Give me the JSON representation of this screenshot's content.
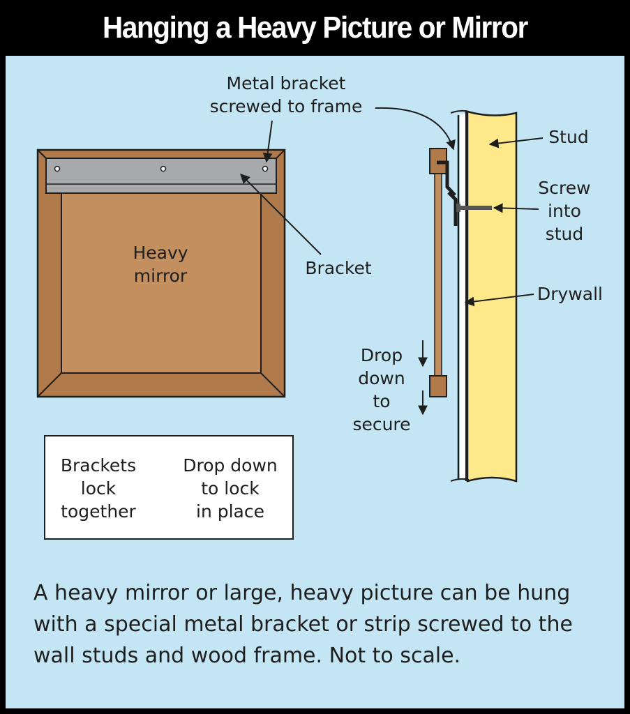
{
  "title": "Hanging a Heavy Picture or Mirror",
  "labels": {
    "metal_bracket": "Metal bracket\nscrewed to frame",
    "heavy_mirror": "Heavy\nmirror",
    "bracket": "Bracket",
    "stud": "Stud",
    "screw": "Screw\ninto\nstud",
    "drywall": "Drywall",
    "drop": "Drop\ndown\nto\nsecure"
  },
  "legend": {
    "left": "Brackets\nlock\ntogether",
    "right": "Drop down\nto lock\nin place"
  },
  "caption": "A heavy mirror or large, heavy picture can be hung with a special metal bracket or strip screwed to the wall studs and wood frame. Not to scale.",
  "colors": {
    "background": "#c4e6f4",
    "frame": "#b07a4a",
    "mirror": "#c38f5f",
    "bracket": "#a7a9ab",
    "stud": "#fde98a",
    "outline": "#1e1e1e"
  }
}
